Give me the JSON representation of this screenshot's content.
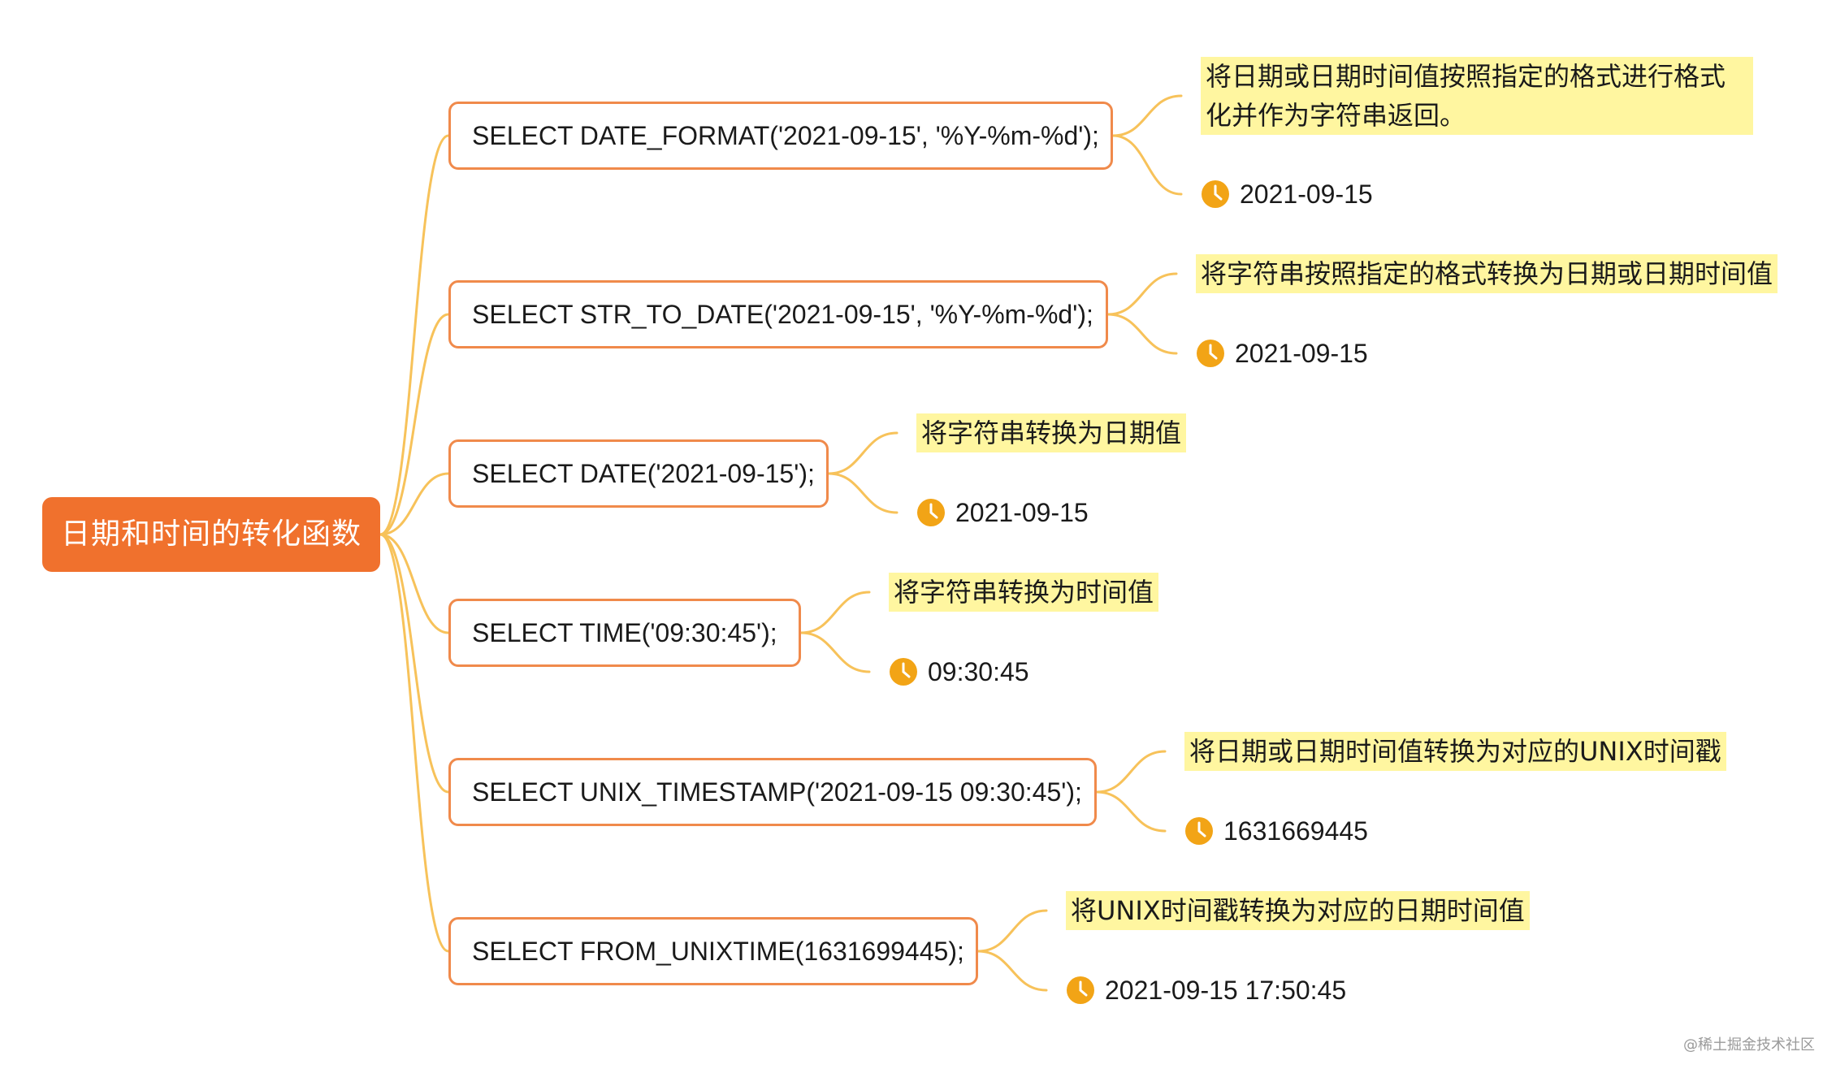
{
  "root": {
    "label": "日期和时间的转化函数"
  },
  "colors": {
    "root_fill": "#f0712d",
    "node_border": "#f08a4b",
    "connector": "#f7c25a",
    "highlight": "#fff6a0",
    "clock": "#f2a416"
  },
  "branches": [
    {
      "sql": "SELECT DATE_FORMAT('2021-09-15', '%Y-%m-%d');",
      "description": "将日期或日期时间值按照指定的格式进行格式化并作为字符串返回。",
      "result": "2021-09-15",
      "result_icon": "clock-icon"
    },
    {
      "sql": "SELECT STR_TO_DATE('2021-09-15', '%Y-%m-%d');",
      "description": "将字符串按照指定的格式转换为日期或日期时间值",
      "result": "2021-09-15",
      "result_icon": "clock-icon"
    },
    {
      "sql": "SELECT DATE('2021-09-15');",
      "description": "将字符串转换为日期值",
      "result": "2021-09-15",
      "result_icon": "clock-icon"
    },
    {
      "sql": "SELECT TIME('09:30:45');",
      "description": "将字符串转换为时间值",
      "result": "09:30:45",
      "result_icon": "clock-icon"
    },
    {
      "sql": "SELECT UNIX_TIMESTAMP('2021-09-15 09:30:45');",
      "description": "将日期或日期时间值转换为对应的UNIX时间戳",
      "result": "1631669445",
      "result_icon": "clock-icon"
    },
    {
      "sql": "SELECT FROM_UNIXTIME(1631699445);",
      "description": "将UNIX时间戳转换为对应的日期时间值",
      "result": "2021-09-15 17:50:45",
      "result_icon": "clock-icon"
    }
  ],
  "footer": {
    "watermark": "@稀土掘金技术社区"
  }
}
